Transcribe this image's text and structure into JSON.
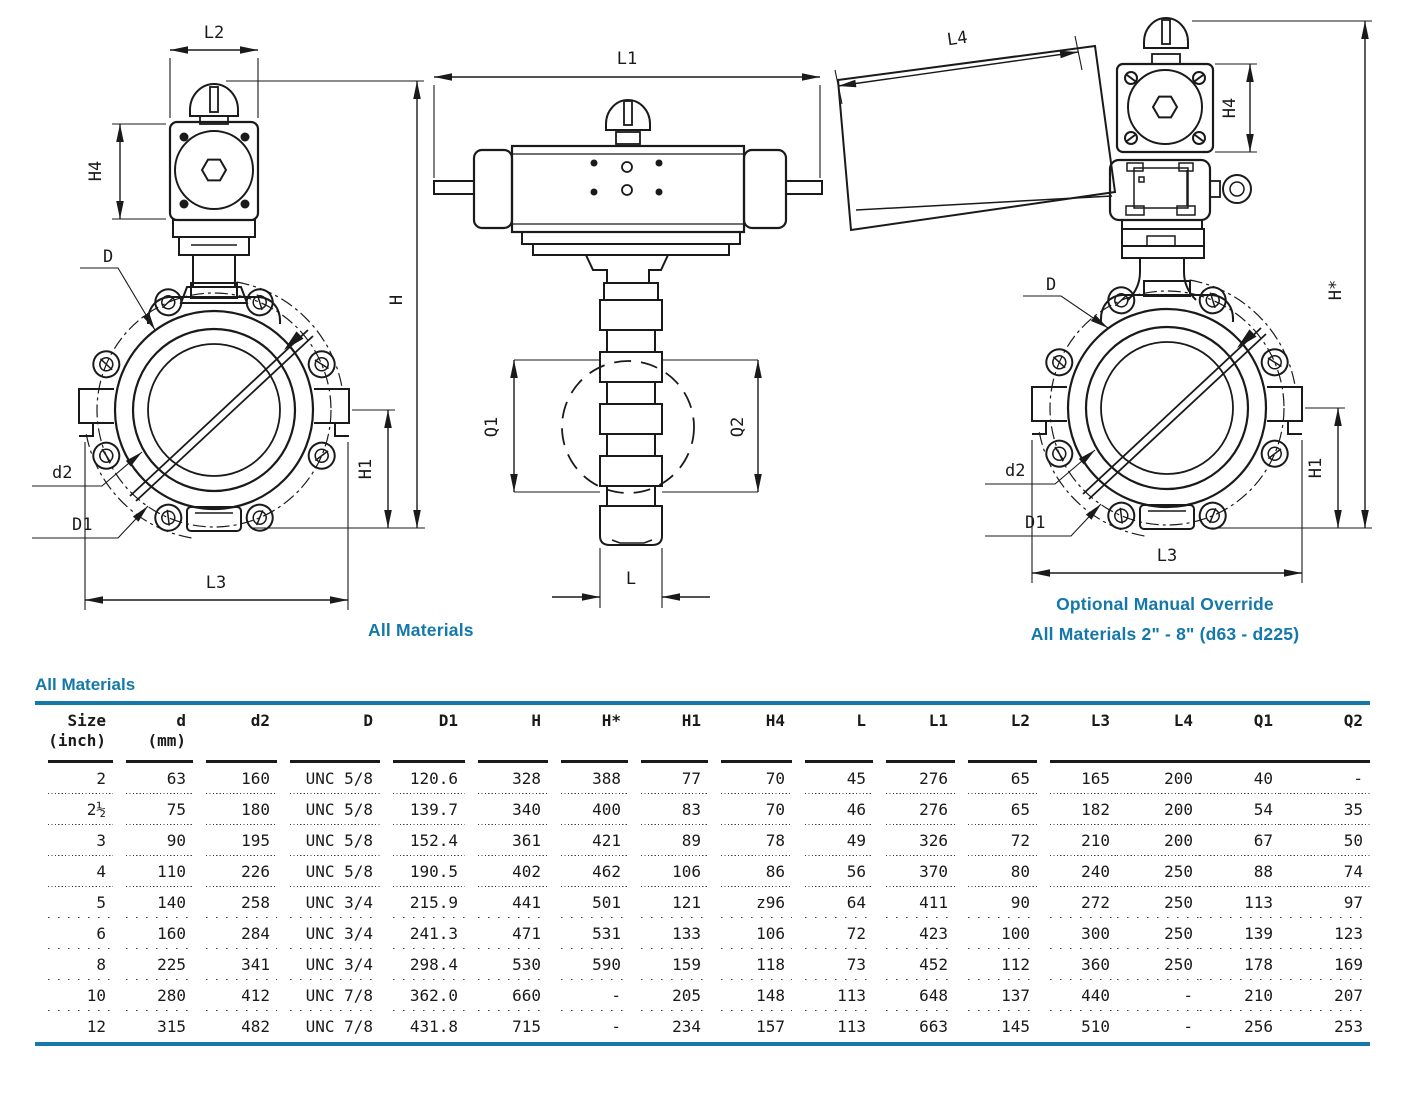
{
  "colors": {
    "accent": "#1478a8",
    "line_color": "#1a1a1a"
  },
  "drawings": {
    "labels": {
      "l2": "L2",
      "h4": "H4",
      "d": "D",
      "d2": "d2",
      "d1": "D1",
      "l3": "L3",
      "h1": "H1",
      "h": "H",
      "l1": "L1",
      "q1": "Q1",
      "q2": "Q2",
      "l": "L",
      "l4": "L4",
      "h_star": "H*"
    },
    "caption_left": "All Materials",
    "caption_right_line1": "Optional Manual Override",
    "caption_right_line2": "All Materials 2\" - 8\" (d63 - d225)"
  },
  "table": {
    "title": "All Materials",
    "columns": [
      {
        "label": "Size",
        "sub": "(inch)"
      },
      {
        "label": "d",
        "sub": "(mm)"
      },
      {
        "label": "d2",
        "sub": ""
      },
      {
        "label": "D",
        "sub": ""
      },
      {
        "label": "D1",
        "sub": ""
      },
      {
        "label": "H",
        "sub": ""
      },
      {
        "label": "H*",
        "sub": ""
      },
      {
        "label": "H1",
        "sub": ""
      },
      {
        "label": "H4",
        "sub": ""
      },
      {
        "label": "L",
        "sub": ""
      },
      {
        "label": "L1",
        "sub": ""
      },
      {
        "label": "L2",
        "sub": ""
      },
      {
        "label": "L3",
        "sub": ""
      },
      {
        "label": "L4",
        "sub": ""
      },
      {
        "label": "Q1",
        "sub": ""
      },
      {
        "label": "Q2",
        "sub": ""
      }
    ],
    "rows": [
      [
        "2",
        "63",
        "160",
        "UNC 5/8",
        "120.6",
        "328",
        "388",
        "77",
        "70",
        "45",
        "276",
        "65",
        "165",
        "200",
        "40",
        "-"
      ],
      [
        "2½",
        "75",
        "180",
        "UNC 5/8",
        "139.7",
        "340",
        "400",
        "83",
        "70",
        "46",
        "276",
        "65",
        "182",
        "200",
        "54",
        "35"
      ],
      [
        "3",
        "90",
        "195",
        "UNC 5/8",
        "152.4",
        "361",
        "421",
        "89",
        "78",
        "49",
        "326",
        "72",
        "210",
        "200",
        "67",
        "50"
      ],
      [
        "4",
        "110",
        "226",
        "UNC 5/8",
        "190.5",
        "402",
        "462",
        "106",
        "86",
        "56",
        "370",
        "80",
        "240",
        "250",
        "88",
        "74"
      ],
      [
        "5",
        "140",
        "258",
        "UNC 3/4",
        "215.9",
        "441",
        "501",
        "121",
        "z96",
        "64",
        "411",
        "90",
        "272",
        "250",
        "113",
        "97"
      ],
      [
        "6",
        "160",
        "284",
        "UNC 3/4",
        "241.3",
        "471",
        "531",
        "133",
        "106",
        "72",
        "423",
        "100",
        "300",
        "250",
        "139",
        "123"
      ],
      [
        "8",
        "225",
        "341",
        "UNC 3/4",
        "298.4",
        "530",
        "590",
        "159",
        "118",
        "73",
        "452",
        "112",
        "360",
        "250",
        "178",
        "169"
      ],
      [
        "10",
        "280",
        "412",
        "UNC 7/8",
        "362.0",
        "660",
        "-",
        "205",
        "148",
        "113",
        "648",
        "137",
        "440",
        "-",
        "210",
        "207"
      ],
      [
        "12",
        "315",
        "482",
        "UNC 7/8",
        "431.8",
        "715",
        "-",
        "234",
        "157",
        "113",
        "663",
        "145",
        "510",
        "-",
        "256",
        "253"
      ]
    ]
  }
}
